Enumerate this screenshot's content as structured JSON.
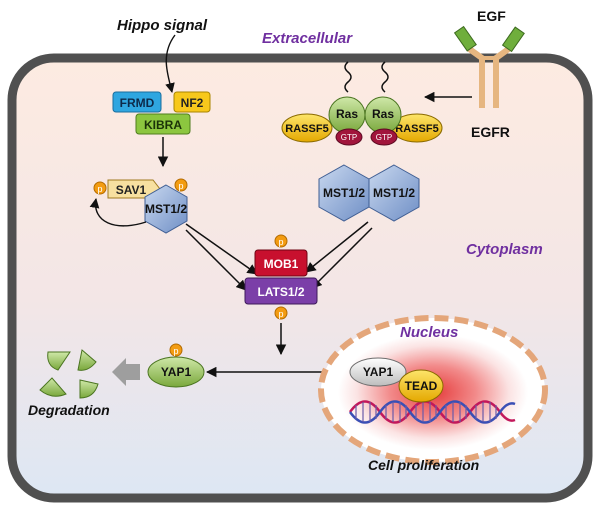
{
  "labels": {
    "hippo_signal": "Hippo signal",
    "extracellular": "Extracellular",
    "cytoplasm": "Cytoplasm",
    "nucleus": "Nucleus",
    "degradation": "Degradation",
    "cell_proliferation": "Cell proliferation",
    "egf": "EGF",
    "egfr": "EGFR"
  },
  "proteins": {
    "frmd": "FRMD",
    "nf2": "NF2",
    "kibra": "KIBRA",
    "sav1": "SAV1",
    "mst_left": "MST1/2",
    "mst_mid1": "MST1/2",
    "mst_mid2": "MST1/2",
    "rassf5_left": "RASSF5",
    "rassf5_right": "RASSF5",
    "ras1": "Ras",
    "ras2": "Ras",
    "gtp1": "GTP",
    "gtp2": "GTP",
    "mob1": "MOB1",
    "lats": "LATS1/2",
    "yap_cyto": "YAP1",
    "yap_nuc": "YAP1",
    "tead": "TEAD",
    "phospho": "p"
  },
  "colors": {
    "membrane": "#545454",
    "cyto_top": "#fde9de",
    "cyto_bottom": "#dfe8f3",
    "frmd": "#3ab0e6",
    "nf2": "#f2c21a",
    "kibra": "#8cc63f",
    "sav1": "#f7e3a8",
    "mst": "#9fb7dd",
    "rassf5": "#f4c400",
    "ras": "#8fbf45",
    "gtp": "#a1153c",
    "mob1": "#c8102e",
    "lats": "#7b3fa8",
    "yap": "#a9d18e",
    "tead": "#f4c400",
    "phospho": "#f39c12",
    "compartment_text": "#7030a0",
    "nucleus_border": "#e7a97a"
  }
}
